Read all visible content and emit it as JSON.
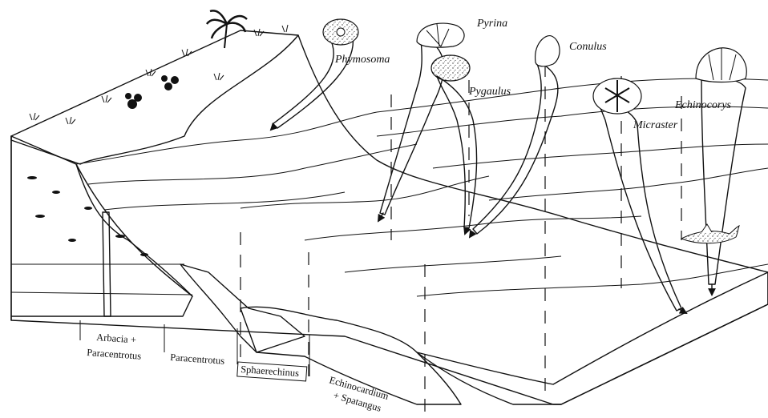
{
  "fossil_labels": {
    "phymosoma": "Phymosoma",
    "pyrina": "Pyrina",
    "pygaulus": "Pygaulus",
    "conulus": "Conulus",
    "micraster": "Micraster",
    "echinocorys": "Echinocorys"
  },
  "zone_labels": {
    "arbacia_line1": "Arbacia +",
    "arbacia_line2": "Paracentrotus",
    "paracentrotus": "Paracentrotus",
    "sphaerechinus": "Sphaerechinus",
    "echinocardium_line1": "Echinocardium",
    "echinocardium_line2": "+ Spatangus"
  },
  "icons": [
    "palm-tree-icon",
    "shark-icon",
    "echinoid-test-icon",
    "grass-tuft-icon"
  ],
  "colors": {
    "ink": "#111111",
    "paper": "#ffffff",
    "dark_sediment": "#2a2a2a",
    "stipple": "#8a8a8a"
  }
}
